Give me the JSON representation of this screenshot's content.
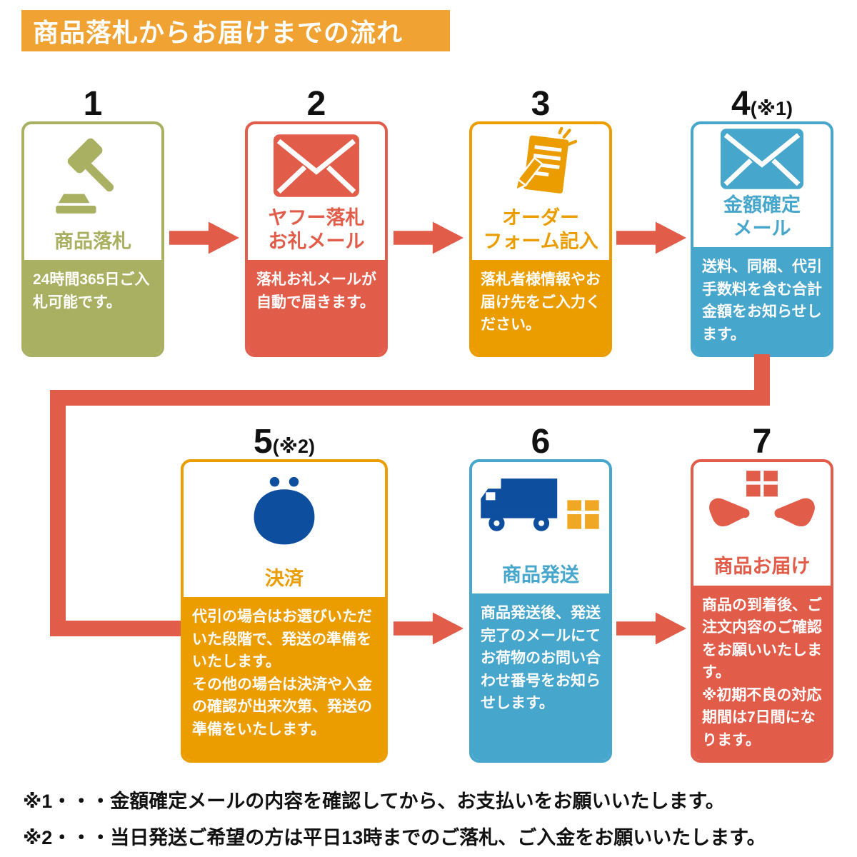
{
  "header": {
    "title": "商品落札からお届けまでの流れ"
  },
  "colors": {
    "header_bg": "#F0A332",
    "arrow": "#E25C4A",
    "navy": "#0D4F9E",
    "package": "#F0A824"
  },
  "steps": [
    {
      "number": "1",
      "note": "",
      "title": "商品落札",
      "desc": "24時間365日ご入札可能です。",
      "color": "#A9B061",
      "icon": "gavel-icon"
    },
    {
      "number": "2",
      "note": "",
      "title": "ヤフー落札\nお礼メール",
      "desc": "落札お礼メールが自動で届きます。",
      "color": "#E25C4A",
      "icon": "mail-icon"
    },
    {
      "number": "3",
      "note": "",
      "title": "オーダー\nフォーム記入",
      "desc": "落札者様情報やお届け先をご入力ください。",
      "color": "#EB9D00",
      "icon": "order-form-pencil-icon"
    },
    {
      "number": "4",
      "note": "(※1)",
      "title": "金額確定\nメール",
      "desc": "送料、同梱、代引手数料を含む合計金額をお知らせします。",
      "color": "#47A6CC",
      "icon": "mail-icon"
    },
    {
      "number": "5",
      "note": "(※2)",
      "title": "決済",
      "desc": "代引の場合はお選びいただいた段階で、発送の準備をいたします。\nその他の場合は決済や入金の確認が出来次第、発送の準備をいたします。",
      "color": "#EB9D00",
      "icon": "coin-purse-icon"
    },
    {
      "number": "6",
      "note": "",
      "title": "商品発送",
      "desc": "商品発送後、発送完了のメールにてお荷物のお問い合わせ番号をお知らせします。",
      "color": "#47A6CC",
      "icon": "truck-package-icon"
    },
    {
      "number": "7",
      "note": "",
      "title": "商品お届け",
      "desc": "商品の到着後、ご注文内容のご確認をお願いいたします。\n※初期不良の対応期間は7日間になります。",
      "color": "#E25C4A",
      "icon": "hands-package-icon"
    }
  ],
  "footnotes": [
    "※1・・・金額確定メールの内容を確認してから、お支払いをお願いいたします。",
    "※2・・・当日発送ご希望の方は平日13時までのご落札、ご入金をお願いいたします。"
  ]
}
